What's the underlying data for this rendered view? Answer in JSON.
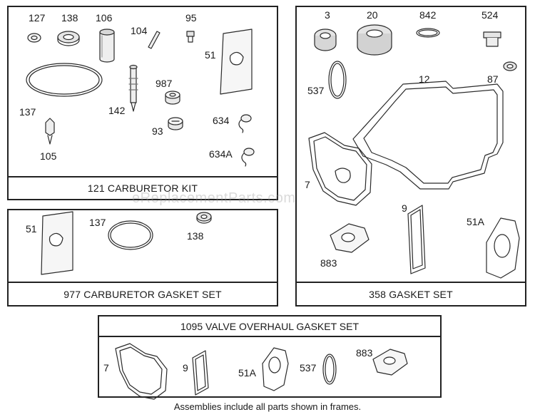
{
  "frames": {
    "carb_kit": {
      "title": "121 CARBURETOR KIT",
      "labels": {
        "p127": "127",
        "p138": "138",
        "p106": "106",
        "p104": "104",
        "p95": "95",
        "p51": "51",
        "p137": "137",
        "p142": "142",
        "p987": "987",
        "p93": "93",
        "p634": "634",
        "p105": "105",
        "p634a": "634A"
      }
    },
    "carb_gasket": {
      "title": "977 CARBURETOR GASKET SET",
      "labels": {
        "p51": "51",
        "p137": "137",
        "p138": "138"
      }
    },
    "gasket_set": {
      "title": "358 GASKET SET",
      "labels": {
        "p3": "3",
        "p20": "20",
        "p842": "842",
        "p524": "524",
        "p537": "537",
        "p12": "12",
        "p87": "87",
        "p7": "7",
        "p9": "9",
        "p883": "883",
        "p51a": "51A"
      }
    },
    "valve_set": {
      "title": "1095 VALVE OVERHAUL GASKET SET",
      "labels": {
        "p7": "7",
        "p9": "9",
        "p51a": "51A",
        "p537": "537",
        "p883": "883"
      }
    }
  },
  "watermark": "eReplacementParts.com",
  "footnote": "Assemblies include all parts shown in frames."
}
